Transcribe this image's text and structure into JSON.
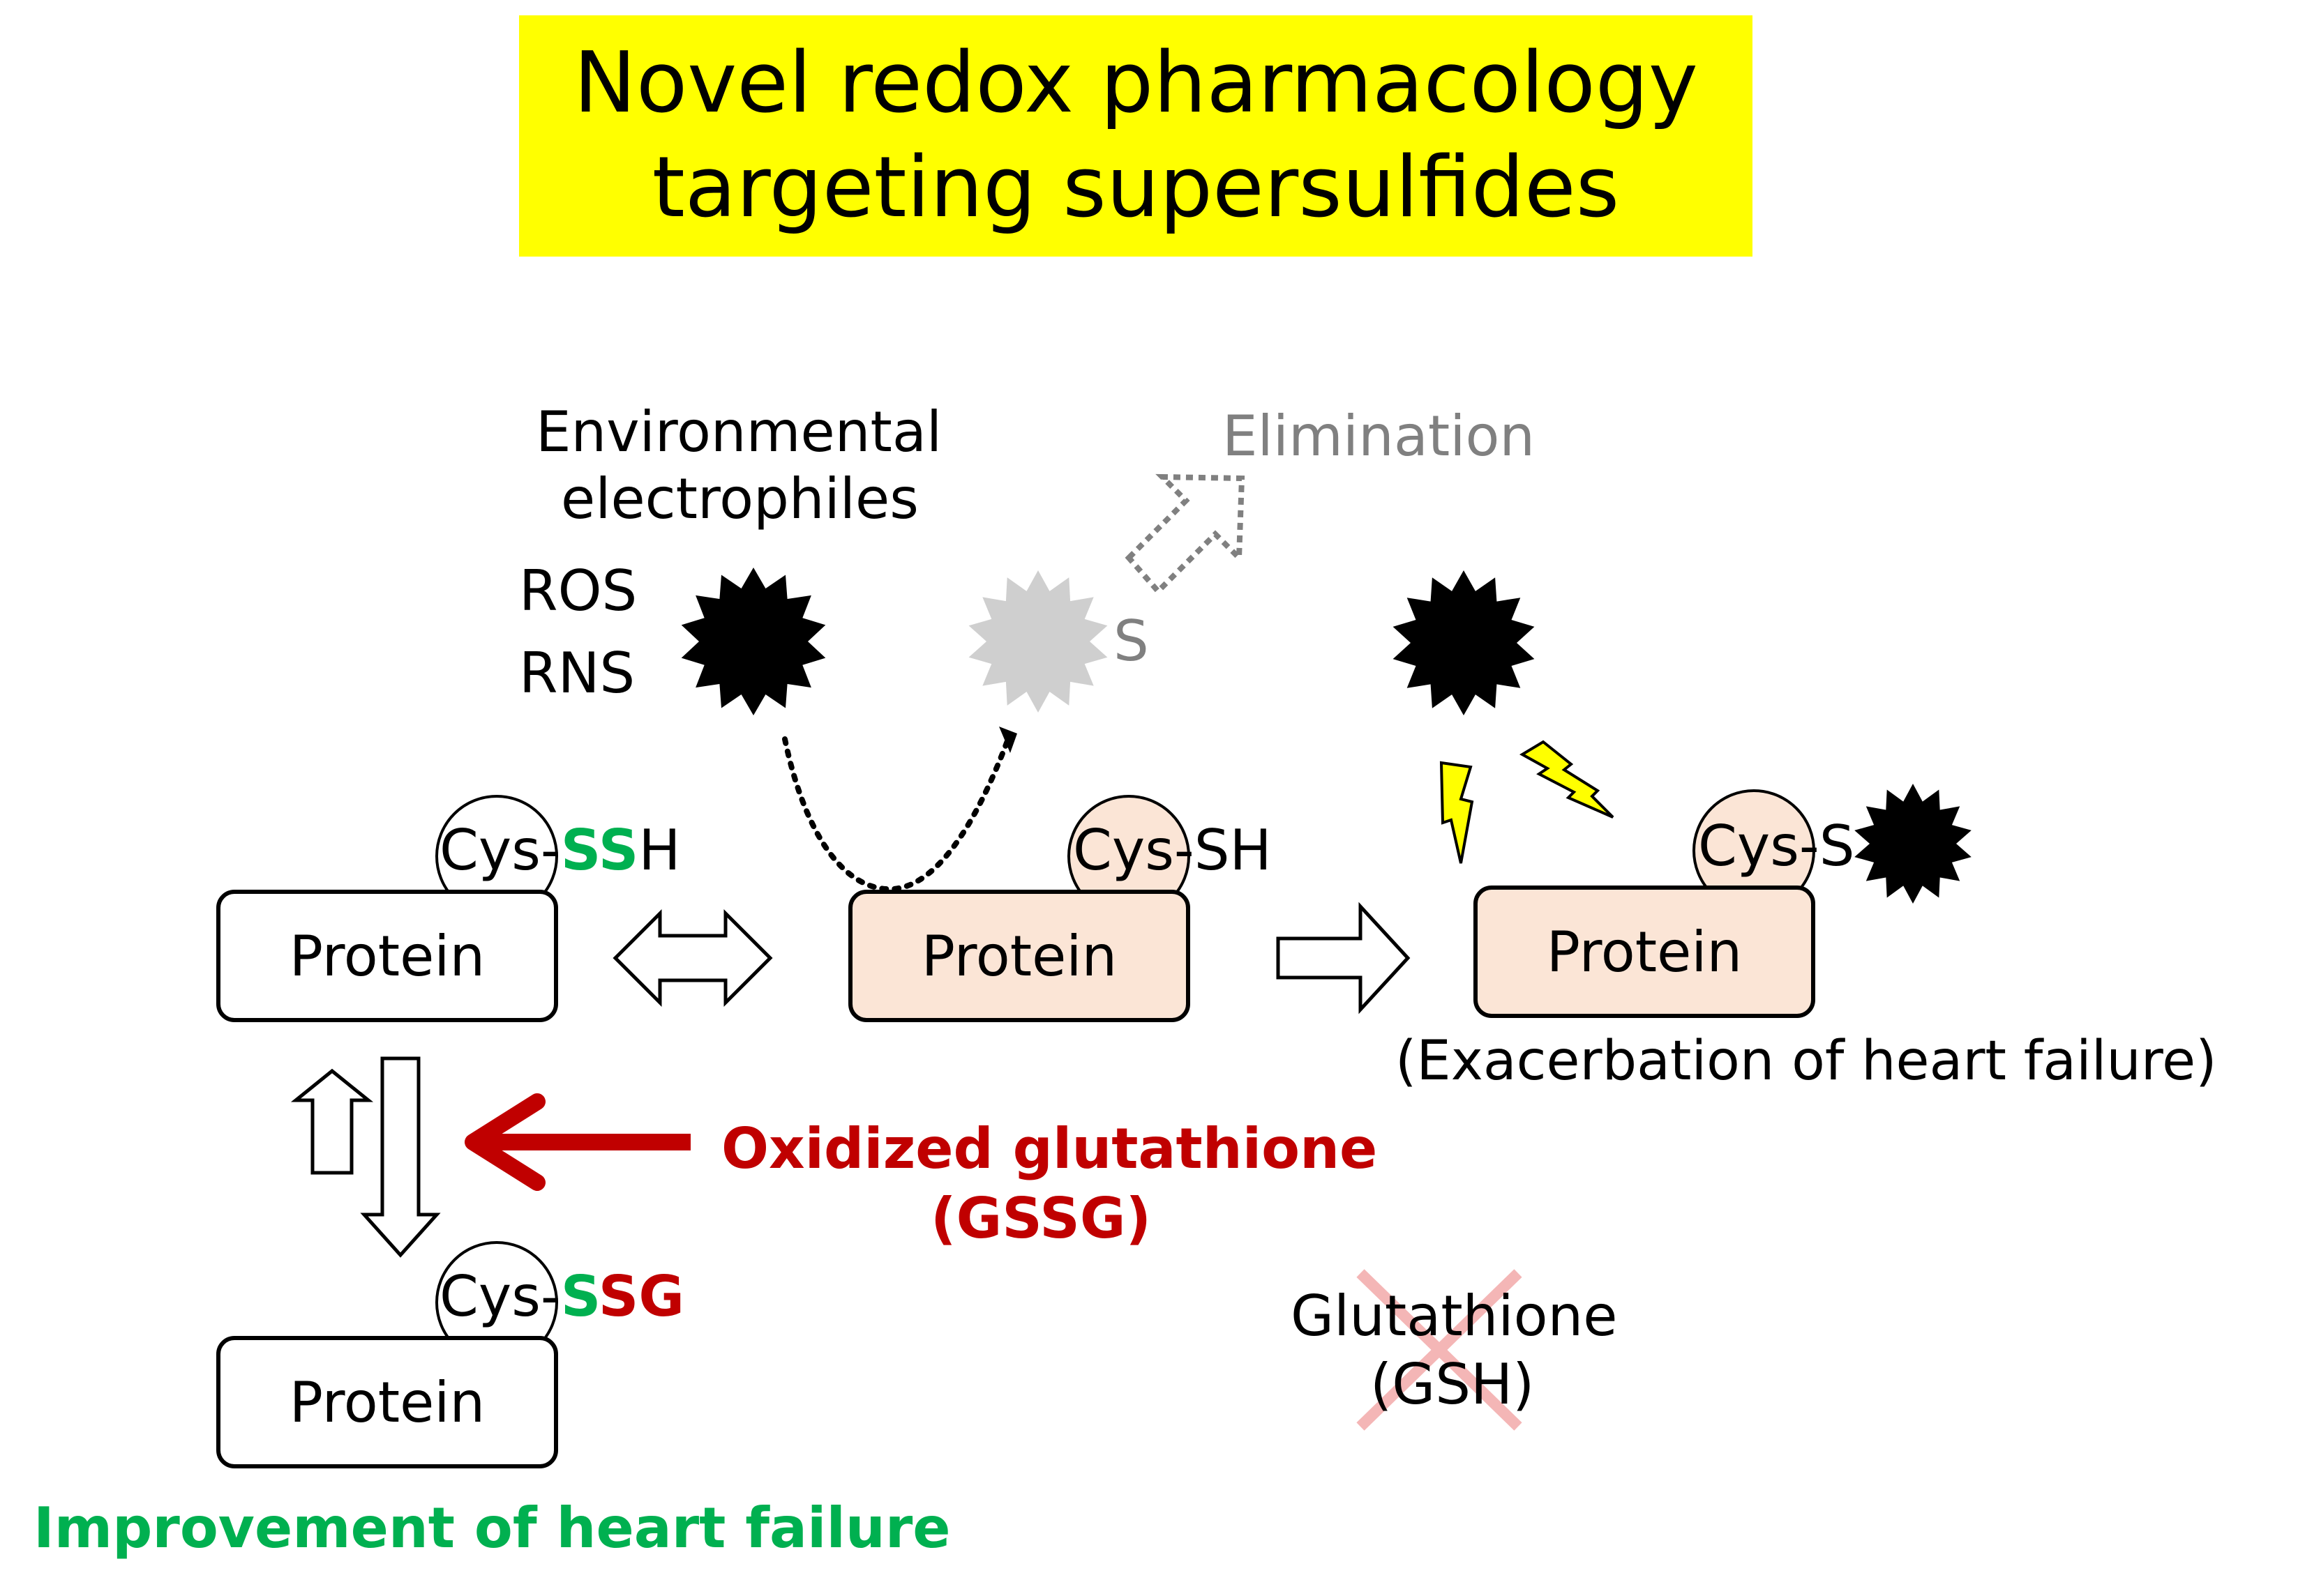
{
  "title": {
    "line1": "Novel redox pharmacology",
    "line2": "targeting supersulfides"
  },
  "labels": {
    "env_line1": "Environmental",
    "env_line2": "electrophiles",
    "ros": "ROS",
    "rns": "RNS",
    "elimination": "Elimination",
    "s": "S",
    "oxidized_line1": "Oxidized glutathione",
    "oxidized_line2": "(GSSG)",
    "exacerbation": "(Exacerbation of heart failure)",
    "improvement": "Improvement of heart failure",
    "glutathione_line1": "Glutathione",
    "glutathione_line2": "(GSH)"
  },
  "proteins": {
    "p1": "Protein",
    "p2": "Protein",
    "p3": "Protein",
    "p4": "Protein"
  },
  "cys": {
    "c1_prefix": "Cys-",
    "c1_ss": "SS",
    "c1_h": "H",
    "c2": "Cys-SH",
    "c3": "Cys-S",
    "c4_prefix": "Cys-",
    "c4_s": "S",
    "c4_sg": "SG"
  },
  "colors": {
    "title_bg": "#ffff00",
    "green": "#00b050",
    "dark_red": "#c00000",
    "pink_fill": "#fbe5d6",
    "gray": "#808080",
    "light_gray_star": "#cfcfcf",
    "bolt": "#ffff00",
    "cross": "#f4b6b6"
  }
}
